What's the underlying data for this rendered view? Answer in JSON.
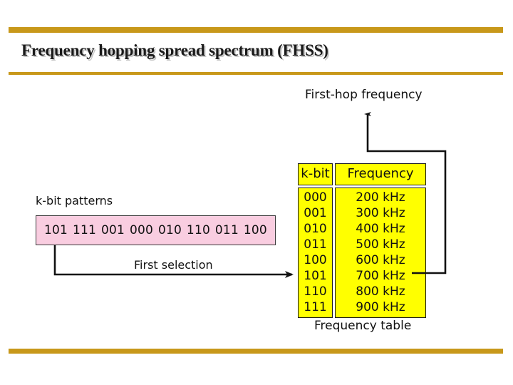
{
  "slide": {
    "title": "Frequency hopping spread spectrum (FHSS)",
    "accent_color": "#c8981a",
    "background": "#ffffff"
  },
  "figure": {
    "labels": {
      "first_hop_frequency": "First-hop frequency",
      "kbit_patterns": "k-bit patterns",
      "first_selection": "First selection",
      "frequency_table": "Frequency table"
    },
    "pattern_box": {
      "fill_color": "#f9cde0",
      "patterns": [
        "101",
        "111",
        "001",
        "000",
        "010",
        "110",
        "011",
        "100"
      ],
      "selected_index": 0
    },
    "frequency_table": {
      "fill_color": "#ffff00",
      "headers": [
        "k-bit",
        "Frequency"
      ],
      "rows": [
        {
          "kbit": "000",
          "frequency": "200 kHz"
        },
        {
          "kbit": "001",
          "frequency": "300 kHz"
        },
        {
          "kbit": "010",
          "frequency": "400 kHz"
        },
        {
          "kbit": "011",
          "frequency": "500 kHz"
        },
        {
          "kbit": "100",
          "frequency": "600 kHz"
        },
        {
          "kbit": "101",
          "frequency": "700 kHz"
        },
        {
          "kbit": "110",
          "frequency": "800 kHz"
        },
        {
          "kbit": "111",
          "frequency": "900 kHz"
        }
      ],
      "highlighted_row_index": 5
    }
  }
}
